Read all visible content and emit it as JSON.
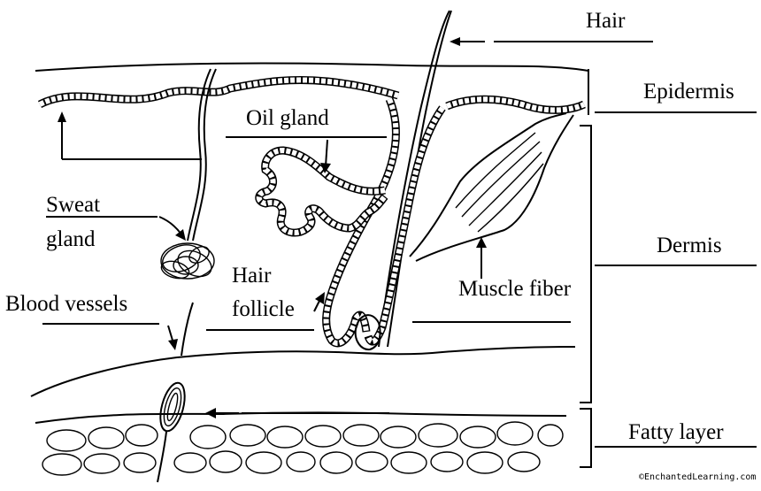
{
  "labels": {
    "hair": "Hair",
    "epidermis": "Epidermis",
    "oil_gland": "Oil gland",
    "sweat_gland_line1": "Sweat",
    "sweat_gland_line2": "gland",
    "dermis": "Dermis",
    "hair_follicle_line1": "Hair",
    "hair_follicle_line2": "follicle",
    "muscle_fiber": "Muscle fiber",
    "blood_vessels": "Blood vessels",
    "fatty_layer": "Fatty layer"
  },
  "credit": "©EnchantedLearning.com"
}
